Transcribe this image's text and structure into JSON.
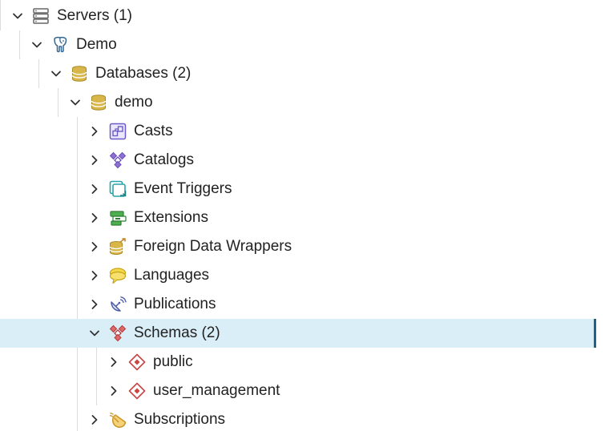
{
  "tree": {
    "servers": {
      "label": "Servers (1)",
      "icon": "server-icon",
      "expanded": true
    },
    "demo_server": {
      "label": "Demo",
      "icon": "postgres-elephant-icon",
      "expanded": true
    },
    "databases": {
      "label": "Databases (2)",
      "icon": "databases-icon",
      "expanded": true
    },
    "demo_db": {
      "label": "demo",
      "icon": "database-icon",
      "expanded": true
    },
    "casts": {
      "label": "Casts",
      "icon": "casts-icon",
      "expanded": false
    },
    "catalogs": {
      "label": "Catalogs",
      "icon": "catalogs-icon",
      "expanded": false
    },
    "event_triggers": {
      "label": "Event Triggers",
      "icon": "event-trigger-icon",
      "expanded": false
    },
    "extensions": {
      "label": "Extensions",
      "icon": "extensions-icon",
      "expanded": false
    },
    "fdw": {
      "label": "Foreign Data Wrappers",
      "icon": "foreign-data-wrapper-icon",
      "expanded": false
    },
    "languages": {
      "label": "Languages",
      "icon": "languages-icon",
      "expanded": false
    },
    "publications": {
      "label": "Publications",
      "icon": "publications-icon",
      "expanded": false
    },
    "schemas": {
      "label": "Schemas (2)",
      "icon": "schemas-icon",
      "expanded": true,
      "selected": true
    },
    "public": {
      "label": "public",
      "icon": "schema-icon",
      "expanded": false
    },
    "user_management": {
      "label": "user_management",
      "icon": "schema-icon",
      "expanded": false
    },
    "subscriptions": {
      "label": "Subscriptions",
      "icon": "subscriptions-icon",
      "expanded": false
    }
  },
  "colors": {
    "selection_background": "#daeef8",
    "selection_bar": "#1f6187",
    "text": "#222222",
    "guide_line": "#dcdcdc"
  }
}
